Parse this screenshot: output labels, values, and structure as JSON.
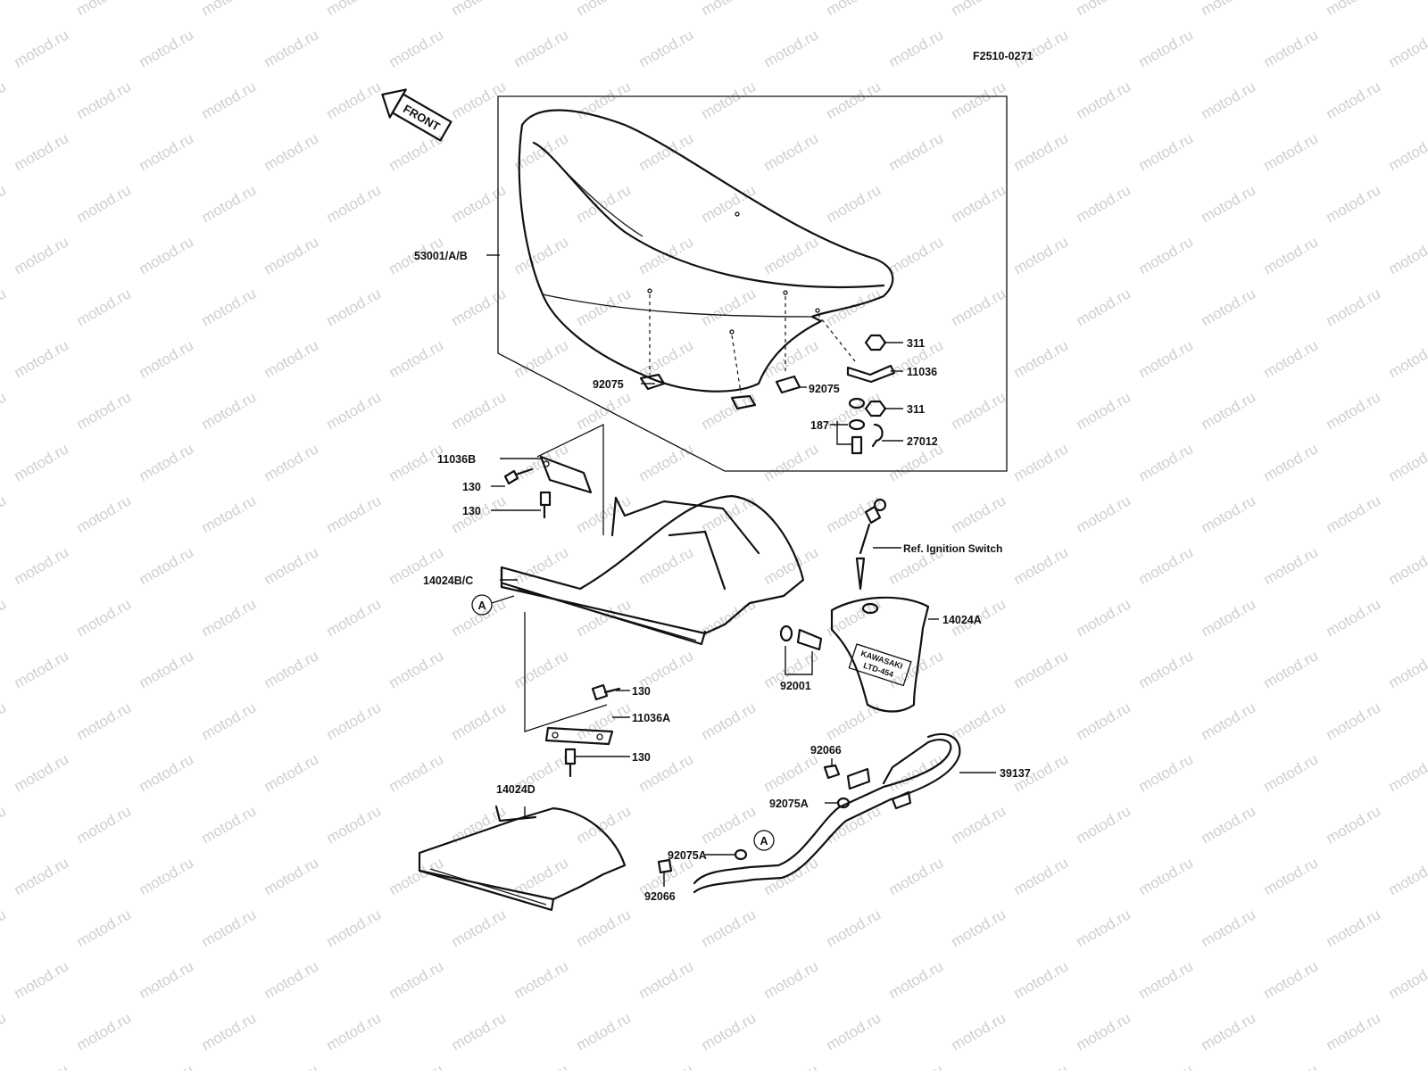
{
  "drawing_code": "F2510-0271",
  "front_arrow": "FRONT",
  "watermark": "motod.ru",
  "colors": {
    "line": "#111111",
    "watermark": "#cfcfcf",
    "background": "#ffffff"
  },
  "icons": {
    "front": "front-arrow-icon",
    "ref_a": "circle-a-icon"
  },
  "labels": {
    "seat": "53001/A/B",
    "nut_upper": "311",
    "bracket_rear": "11036",
    "nut_lower": "311",
    "washer": "187",
    "bolt_27012": "27012",
    "damper_left": "92075",
    "damper_right": "92075",
    "bracket_b": "11036B",
    "bolt_130_a": "130",
    "bolt_130_b": "130",
    "cover_bc": "14024B/C",
    "ref_a_left": "A",
    "ignition_ref": "Ref. Ignition Switch",
    "cover_a": "14024A",
    "collar": "92001",
    "bolt_130_c": "130",
    "bracket_a": "11036A",
    "bolt_130_d": "130",
    "nut_92066_top": "92066",
    "grab_bar": "39137",
    "damper_a_top": "92075A",
    "cover_d": "14024D",
    "damper_a_bottom": "92075A",
    "ref_a_right": "A",
    "nut_92066_bottom": "92066"
  },
  "emblem_lines": [
    "KAWASAKI",
    "LTD-454"
  ]
}
